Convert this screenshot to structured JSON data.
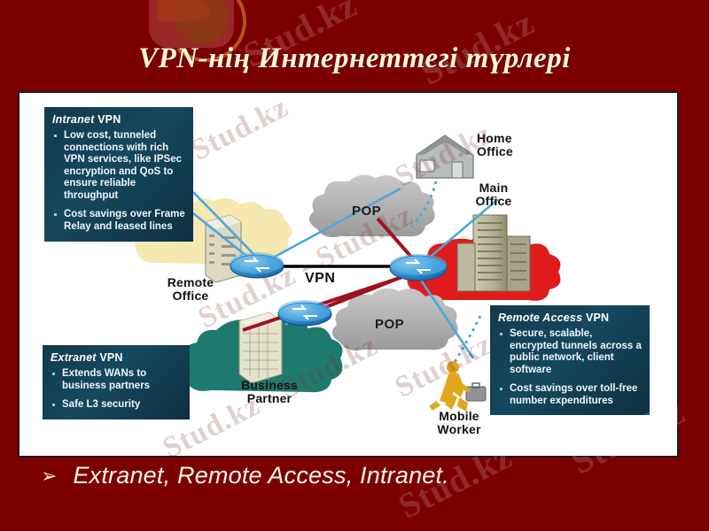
{
  "slide": {
    "title": "VPN-нің Интернеттегі түрлері",
    "background_color": "#7d0000",
    "title_color": "#fdf6d8",
    "watermark_text": "Stud.kz",
    "watermark_text_long": "Stud.kz - Stud.kz"
  },
  "bullet": {
    "marker": "➢",
    "text": "Extranet, Remote Access, Intranet."
  },
  "diagram": {
    "boxes": [
      {
        "title_italic": "Intranet",
        "title_plain": "VPN",
        "items": [
          "Low cost, tunneled connections with rich VPN services, like IPSec encryption and QoS to ensure reliable throughput",
          "Cost savings over Frame Relay and leased lines"
        ]
      },
      {
        "title_italic": "Extranet",
        "title_plain": "VPN",
        "items": [
          "Extends WANs to business partners",
          "Safe L3 security"
        ]
      },
      {
        "title_italic": "Remote Access",
        "title_plain": "VPN",
        "items": [
          "Secure, scalable, encrypted tunnels across a public network, client software",
          "Cost savings over toll-free number expenditures"
        ]
      }
    ],
    "labels": {
      "home_office": "Home\nOffice",
      "home_office_l1": "Home",
      "home_office_l2": "Office",
      "main_office_l1": "Main",
      "main_office_l2": "Office",
      "remote_office_l1": "Remote",
      "remote_office_l2": "Office",
      "business_partner_l1": "Business",
      "business_partner_l2": "Partner",
      "mobile_worker_l1": "Mobile",
      "mobile_worker_l2": "Worker",
      "pop_top": "POP",
      "pop_bottom": "POP",
      "vpn": "VPN"
    },
    "colors": {
      "main_office_cloud": "#e01b1b",
      "remote_office_cloud": "#f2e4a8",
      "business_partner_cloud": "#1f7a6e",
      "pop_cloud": "#a8a8a8",
      "router": "#1f7fd0",
      "tunnel_line": "#a01020",
      "link_line": "#4aa8dc",
      "mobile_worker": "#e0a81e",
      "box_gradient": "#15485f"
    }
  }
}
